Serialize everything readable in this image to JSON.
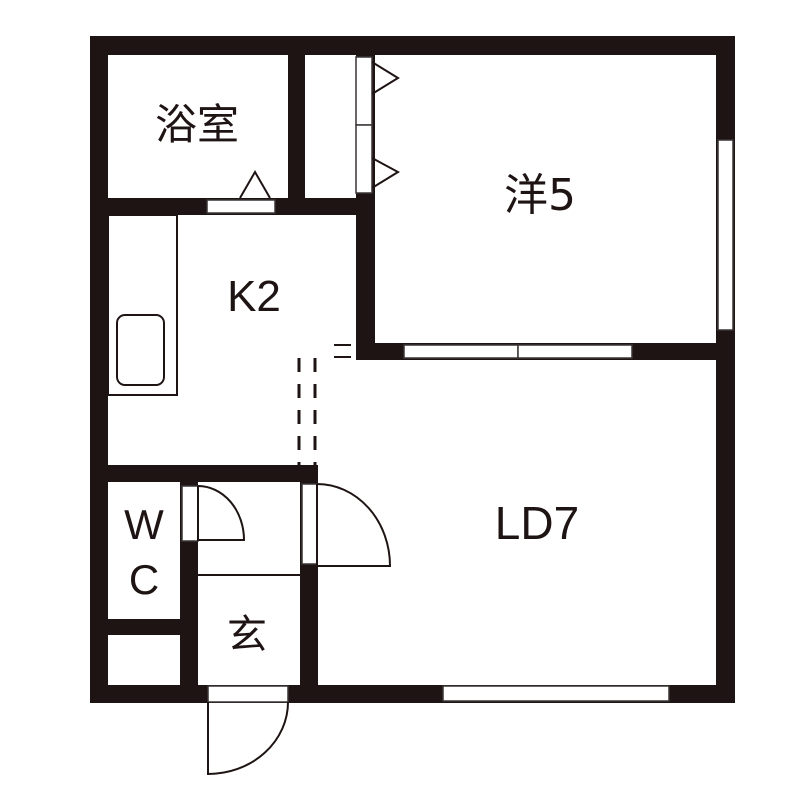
{
  "floor_plan": {
    "layout": "1LDK-style",
    "colors": {
      "wall": "#1e1413",
      "background": "#ffffff"
    },
    "rooms": [
      {
        "id": "bathroom",
        "label": "浴室"
      },
      {
        "id": "western_room",
        "label": "洋5"
      },
      {
        "id": "kitchen",
        "label": "K2"
      },
      {
        "id": "living_dining",
        "label": "LD7"
      },
      {
        "id": "toilet",
        "label_line1": "W",
        "label_line2": "C"
      },
      {
        "id": "entrance",
        "label": "玄"
      }
    ]
  }
}
